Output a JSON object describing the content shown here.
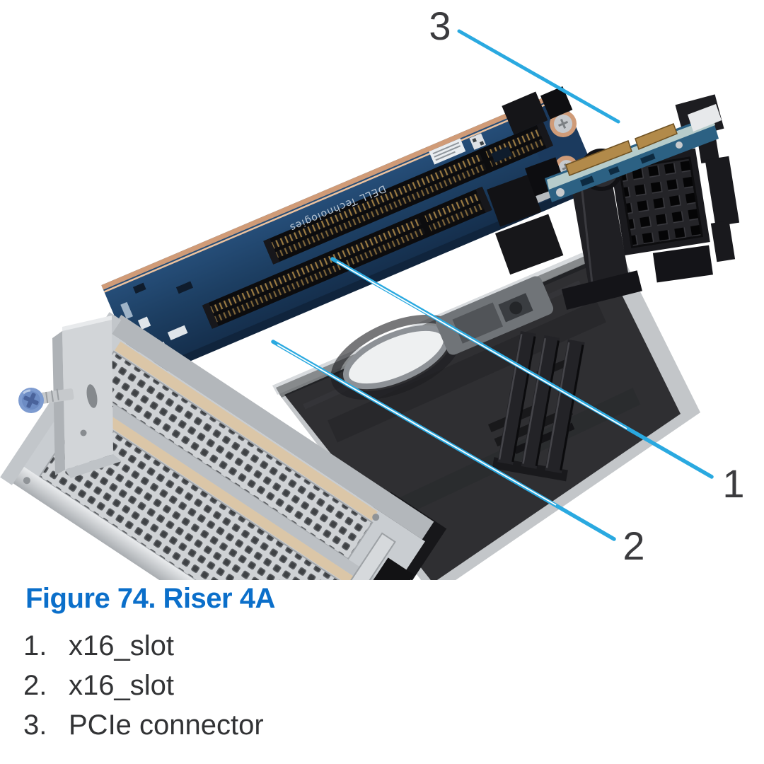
{
  "figure": {
    "caption": "Figure 74. Riser 4A",
    "board_silkscreen": "DELL Technologies",
    "callouts": [
      {
        "id": "1",
        "marker": "1.",
        "label": "x16_slot"
      },
      {
        "id": "2",
        "marker": "2.",
        "label": "x16_slot"
      },
      {
        "id": "3",
        "marker": "3.",
        "label": "PCIe connector"
      }
    ]
  },
  "colors": {
    "caption_blue": "#0b6fca",
    "leader_blue": "#2aa9e0",
    "text_dark": "#323335"
  }
}
